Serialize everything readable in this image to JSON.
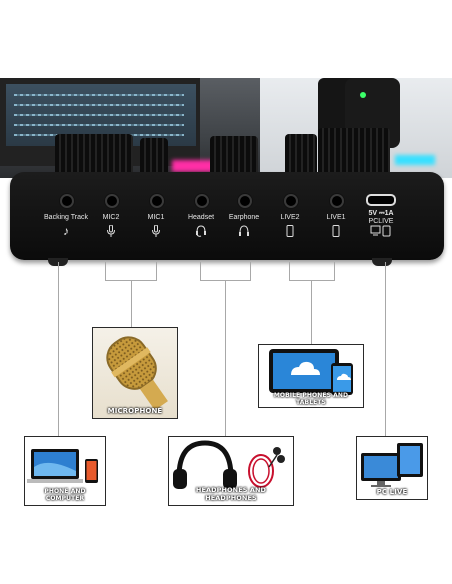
{
  "device": {
    "ports": [
      {
        "label": "Backing Track",
        "icon": "music-note-icon",
        "glyph": "♪"
      },
      {
        "label": "MIC2",
        "icon": "microphone-icon",
        "glyph": "🎙"
      },
      {
        "label": "MIC1",
        "icon": "microphone-icon",
        "glyph": "🎙"
      },
      {
        "label": "Headset",
        "icon": "headset-icon",
        "glyph": "🎧"
      },
      {
        "label": "Earphone",
        "icon": "headphones-icon",
        "glyph": "🎧"
      },
      {
        "label": "LIVE2",
        "icon": "phone-icon",
        "glyph": "▯"
      },
      {
        "label": "LIVE1",
        "icon": "phone-icon",
        "glyph": "▯"
      }
    ],
    "usb": {
      "power": "5V ⎓1A",
      "label": "PCLIVE"
    }
  },
  "boxes": {
    "microphone": "MICROPHONE",
    "mobile": "MOBILE PHONES AND TABLETS",
    "phone_computer": "PHONE AND COMPUTER",
    "headphones": "HEADPHONES AND HEADPHONES",
    "pc": "PC LIVE"
  }
}
